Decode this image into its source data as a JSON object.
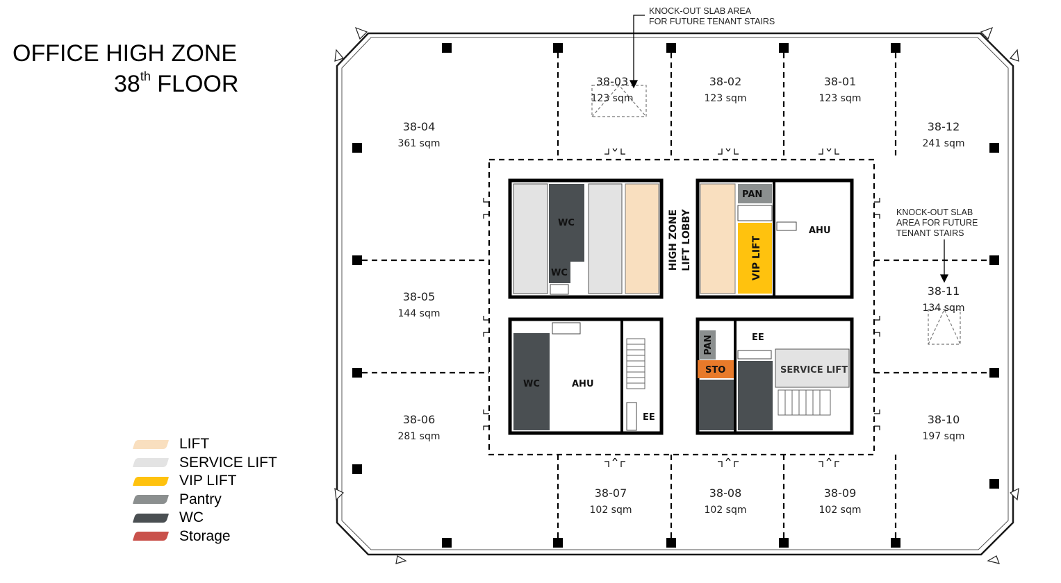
{
  "title": {
    "line1": "OFFICE HIGH ZONE",
    "line2_main": "38",
    "line2_sup": "th",
    "line2_rest": " FLOOR"
  },
  "legend": [
    {
      "label": "LIFT",
      "color": "#f9dfbf"
    },
    {
      "label": "SERVICE LIFT",
      "color": "#e3e3e3"
    },
    {
      "label": "VIP LIFT",
      "color": "#ffc20e"
    },
    {
      "label": "Pantry",
      "color": "#8b8f8f"
    },
    {
      "label": "WC",
      "color": "#4a4f52"
    },
    {
      "label": "Storage",
      "color": "#c9514b"
    }
  ],
  "notes": {
    "top_line1": "KNOCK-OUT SLAB AREA",
    "top_line2": "FOR FUTURE TENANT STAIRS",
    "right_line1": "KNOCK-OUT SLAB",
    "right_line2": "AREA FOR FUTURE",
    "right_line3": "TENANT STAIRS"
  },
  "units": [
    {
      "id": "38-01",
      "area": "123 sqm"
    },
    {
      "id": "38-02",
      "area": "123 sqm"
    },
    {
      "id": "38-03",
      "area": "123 sqm"
    },
    {
      "id": "38-04",
      "area": "361 sqm"
    },
    {
      "id": "38-05",
      "area": "144 sqm"
    },
    {
      "id": "38-06",
      "area": "281 sqm"
    },
    {
      "id": "38-07",
      "area": "102 sqm"
    },
    {
      "id": "38-08",
      "area": "102 sqm"
    },
    {
      "id": "38-09",
      "area": "102 sqm"
    },
    {
      "id": "38-10",
      "area": "197 sqm"
    },
    {
      "id": "38-11",
      "area": "134 sqm"
    },
    {
      "id": "38-12",
      "area": "241 sqm"
    }
  ],
  "rooms": {
    "wc": "WC",
    "ahu": "AHU",
    "ee": "EE",
    "pan": "PAN",
    "sto": "STO",
    "vip_lift": "VIP LIFT",
    "service_lift": "SERVICE LIFT",
    "lobby_line1": "HIGH ZONE",
    "lobby_line2": "LIFT LOBBY"
  }
}
